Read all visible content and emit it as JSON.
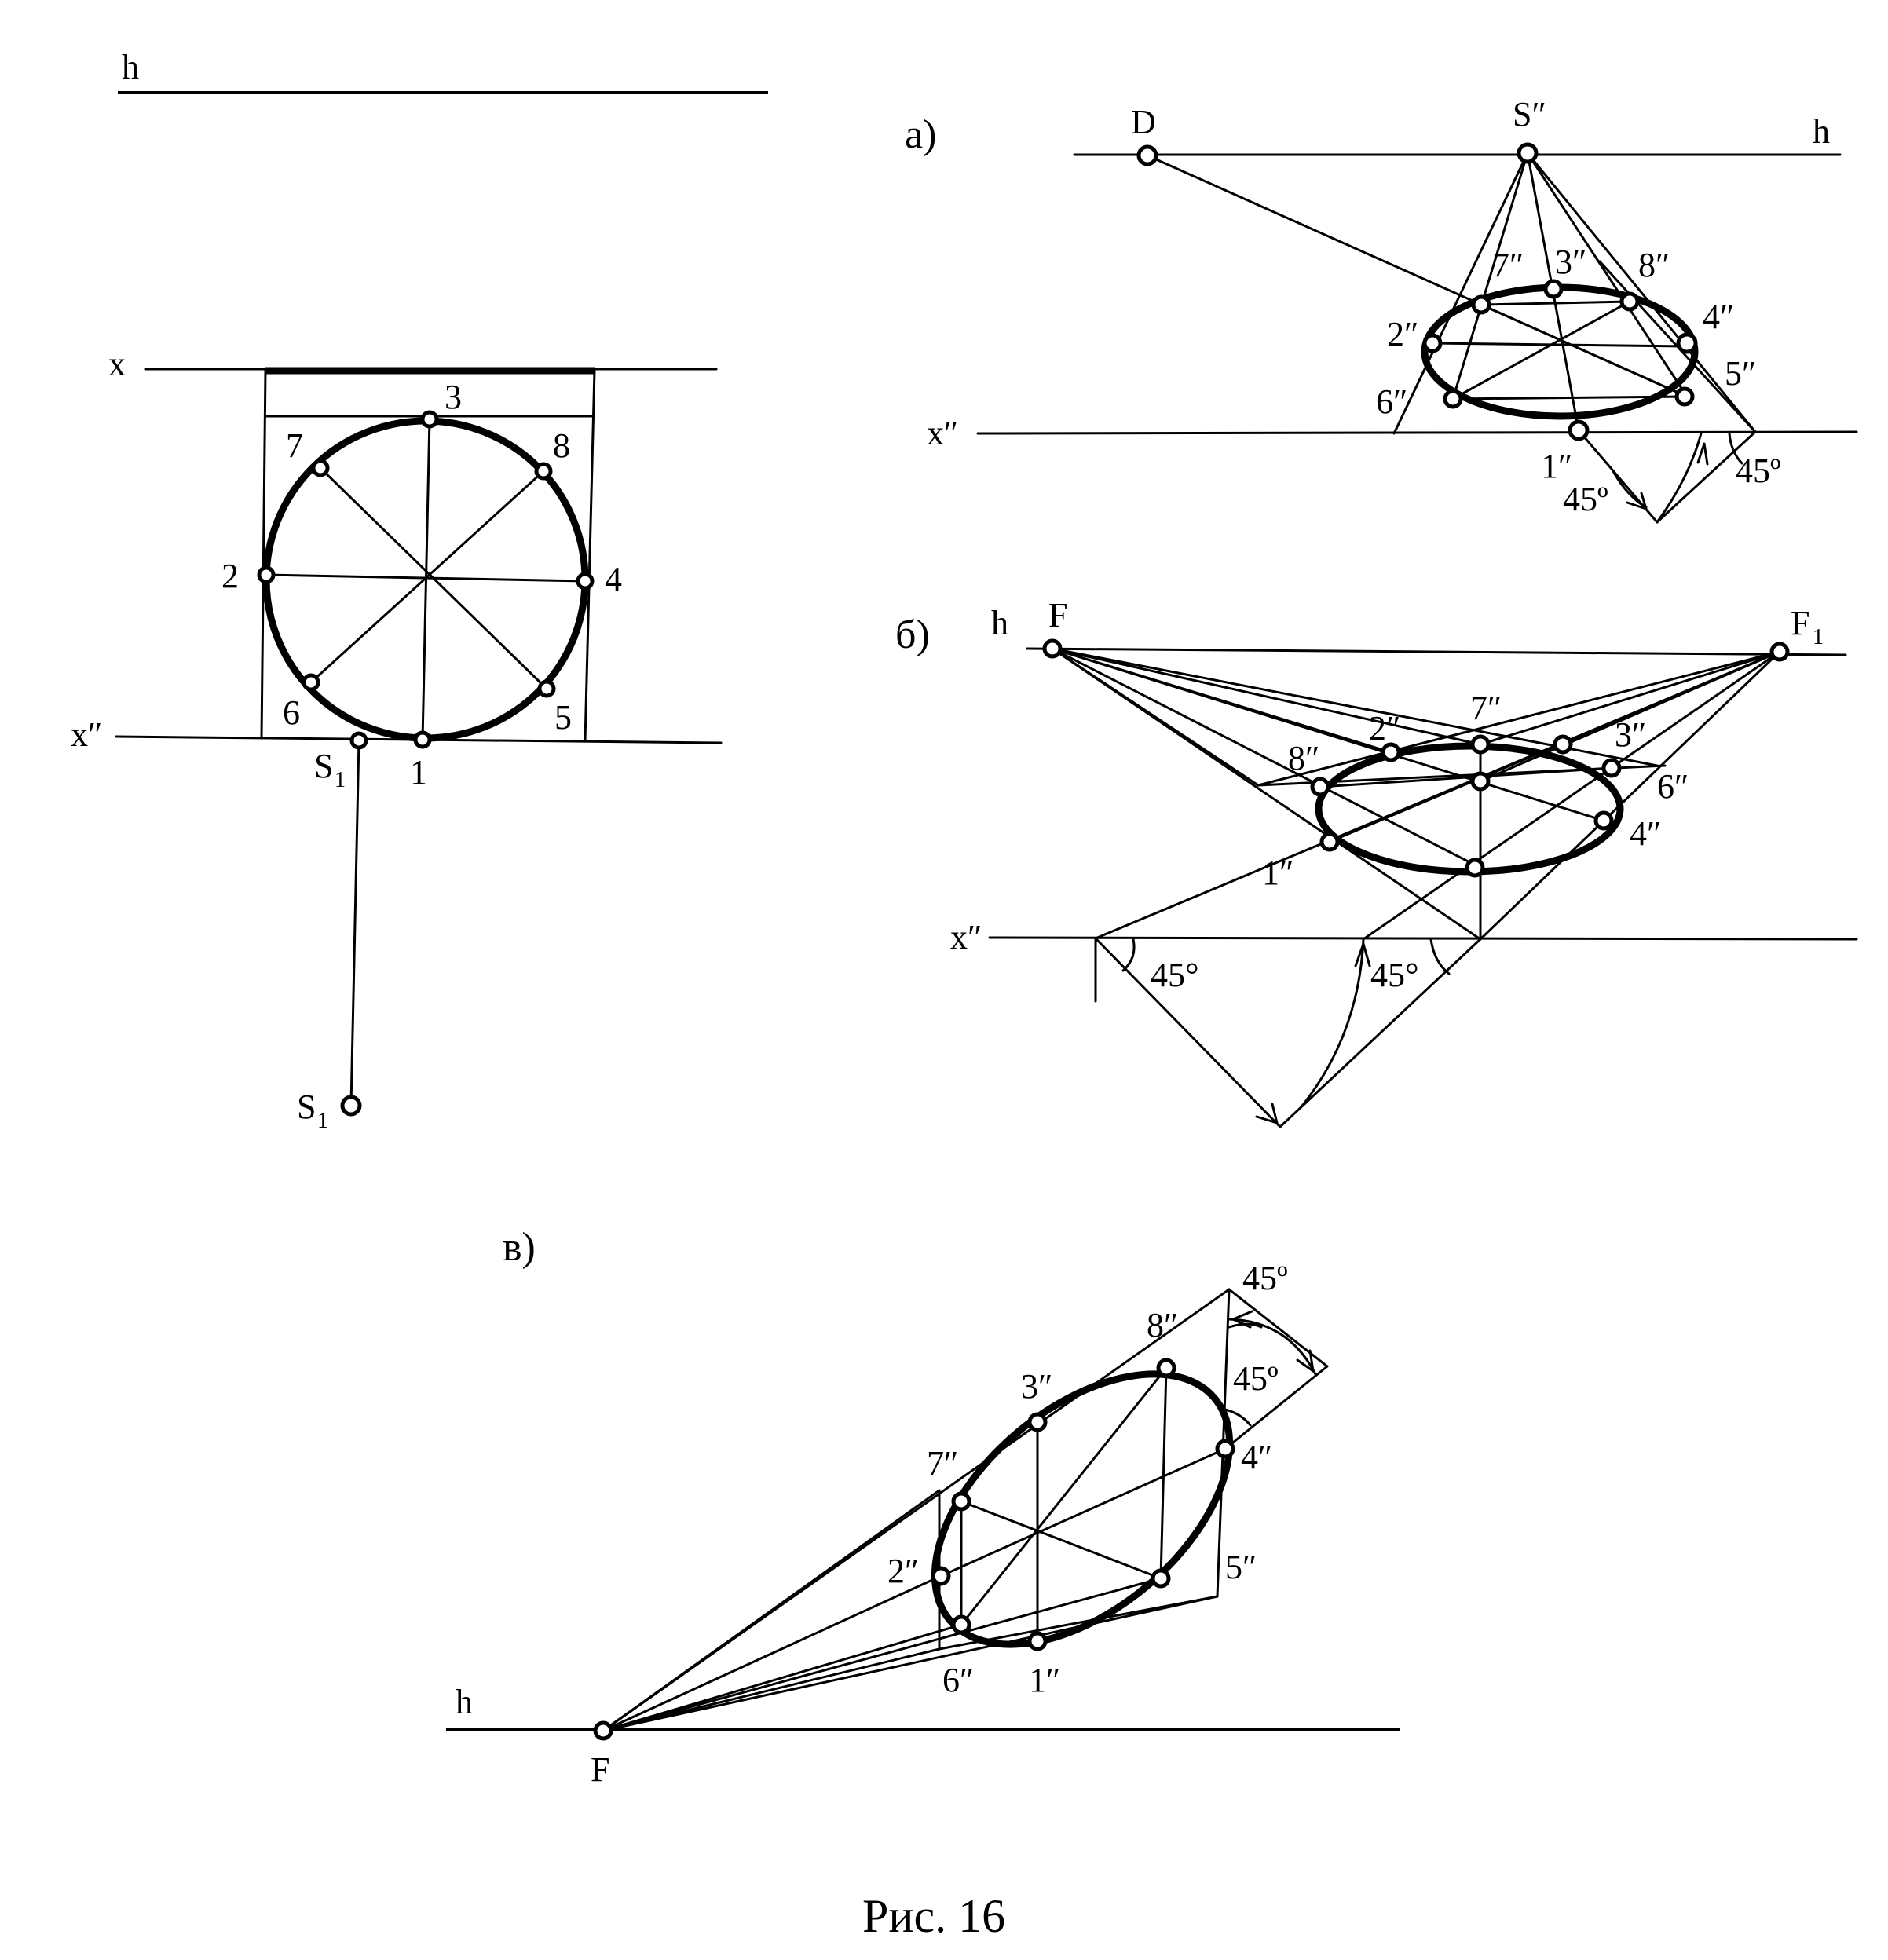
{
  "left_view": {
    "h_label": "h",
    "x_label": "x",
    "x2_label": "x″",
    "s1_label": "S",
    "s1_sub": "1",
    "points": [
      "1",
      "2",
      "3",
      "4",
      "5",
      "6",
      "7",
      "8"
    ]
  },
  "view_a": {
    "title": "а)",
    "d_label": "D",
    "s_label": "S″",
    "h_label": "h",
    "x2_label": "x″",
    "points": [
      "1″",
      "2″",
      "3″",
      "4″",
      "5″",
      "6″",
      "7″",
      "8″"
    ],
    "angle_left": "45º",
    "angle_right": "45º"
  },
  "view_b": {
    "title": "б)",
    "h_label": "h",
    "f_label": "F",
    "f1_label": "F",
    "f1_sub": "1",
    "x2_label": "x″",
    "points": [
      "1″",
      "2″",
      "3″",
      "4″",
      "6″",
      "7″",
      "8″"
    ],
    "angle_left": "45°",
    "angle_right": "45°"
  },
  "view_c": {
    "title": "в)",
    "h_label": "h",
    "f_label": "F",
    "points": [
      "1″",
      "2″",
      "3″",
      "4″",
      "5″",
      "6″",
      "7″",
      "8″"
    ],
    "angle_top": "45º",
    "angle_mid": "45º"
  },
  "caption": "Рис. 16"
}
